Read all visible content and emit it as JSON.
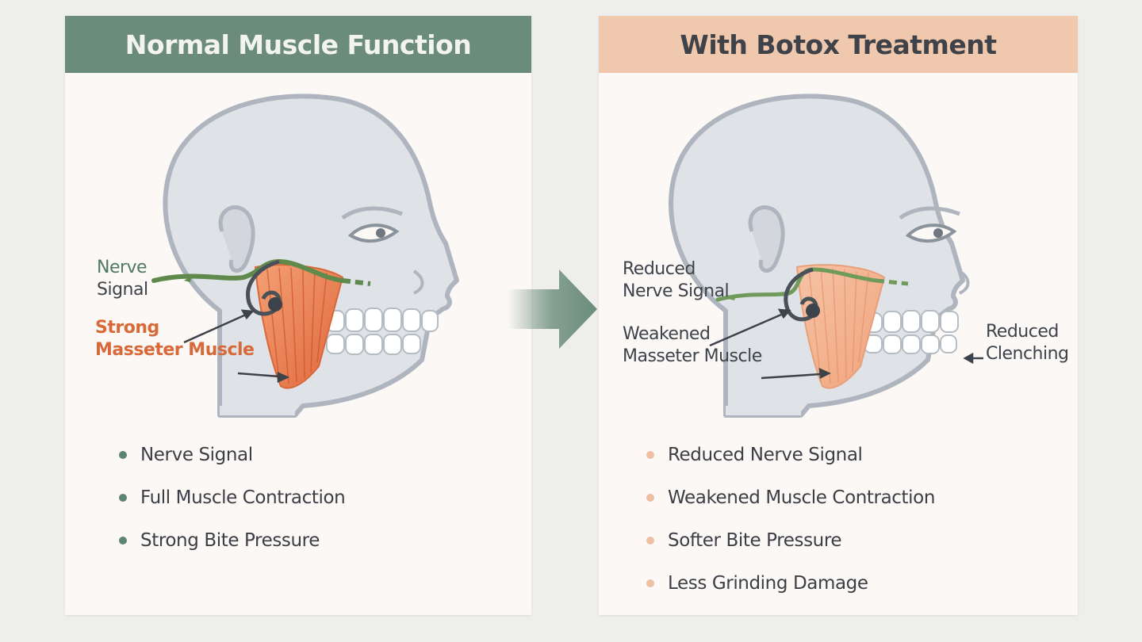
{
  "left_panel": {
    "title": "Normal Muscle Function",
    "labels": {
      "nerve": [
        "Nerve",
        "Signal"
      ],
      "muscle": [
        "Strong",
        "Masseter Muscle"
      ]
    },
    "bullets": [
      "Nerve Signal",
      "Full Muscle Contraction",
      "Strong Bite Pressure"
    ],
    "colors": {
      "header": "#6b8c7a",
      "bullet": "#5b8570",
      "nerve_label": "#4f7a5f",
      "muscle_label": "#d86a3a"
    }
  },
  "right_panel": {
    "title": "With Botox Treatment",
    "labels": {
      "nerve": [
        "Reduced",
        "Nerve Signal"
      ],
      "muscle": [
        "Weakened",
        "Masseter Muscle"
      ],
      "clench": [
        "Reduced",
        "Clenching"
      ]
    },
    "bullets": [
      "Reduced Nerve Signal",
      "Weakened Muscle Contraction",
      "Softer Bite Pressure",
      "Less Grinding Damage"
    ],
    "colors": {
      "header": "#f0c8ae",
      "bullet": "#eebfa2"
    }
  },
  "center_arrow": {
    "color": "#6b8c7a",
    "icon": "right-arrow-icon"
  }
}
